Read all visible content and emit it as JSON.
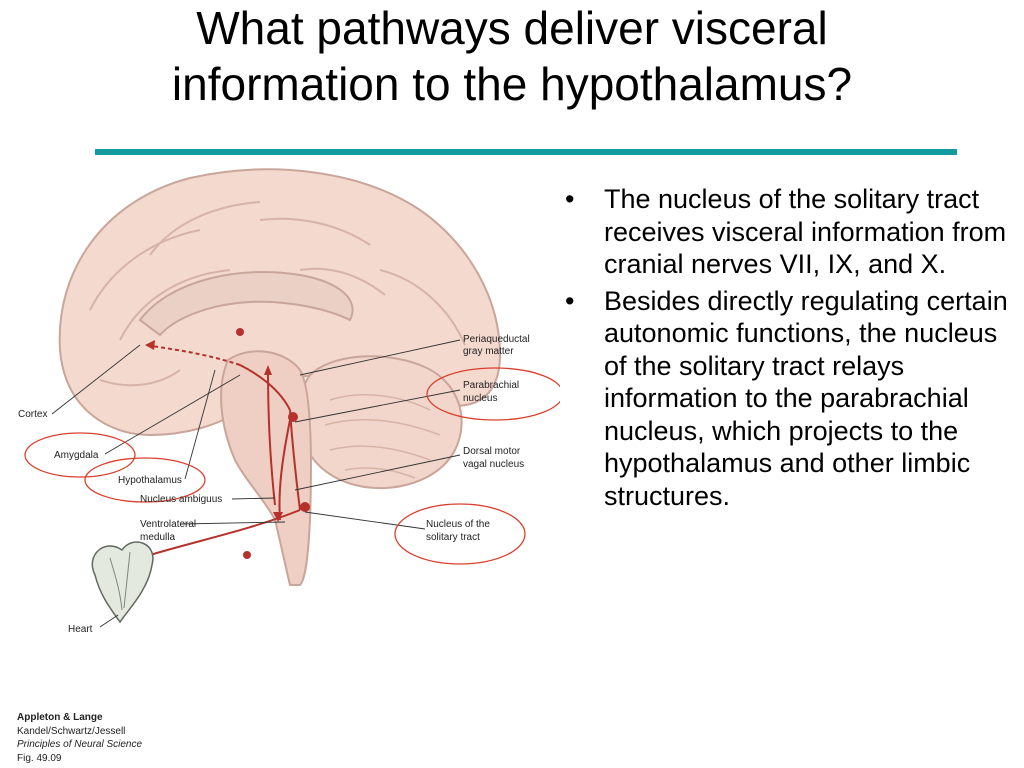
{
  "title": {
    "line1": "What pathways deliver visceral",
    "line2": "information to the hypothalamus?"
  },
  "bullets": [
    "The nucleus of the solitary tract receives visceral information from cranial nerves VII, IX, and X.",
    "Besides directly regulating certain autonomic functions, the nucleus of the solitary tract relays information to the parabrachial nucleus, which projects to the hypothalamus and other limbic structures."
  ],
  "bullet_symbol": "•",
  "figure": {
    "labels": {
      "cortex": "Cortex",
      "amygdala": "Amygdala",
      "hypothalamus": "Hypothalamus",
      "nucleus_ambiguus": "Nucleus ambiguus",
      "ventrolateral_1": "Ventrolateral",
      "ventrolateral_2": "medulla",
      "heart": "Heart",
      "periaqueductal_1": "Periaqueductal",
      "periaqueductal_2": "gray matter",
      "parabrachial_1": "Parabrachial",
      "parabrachial_2": "nucleus",
      "dorsal_motor_1": "Dorsal motor",
      "dorsal_motor_2": "vagal nucleus",
      "solitary_1": "Nucleus of the",
      "solitary_2": "solitary tract"
    },
    "colors": {
      "brain_fill": "#f4d9cf",
      "brain_outline": "#c9a59a",
      "pathway": "#b5322c",
      "highlight_circle": "#d9402e"
    }
  },
  "credit": {
    "publisher": "Appleton & Lange",
    "authors": "Kandel/Schwartz/Jessell",
    "book": "Principles of Neural Science",
    "fig": "Fig. 49.09"
  }
}
